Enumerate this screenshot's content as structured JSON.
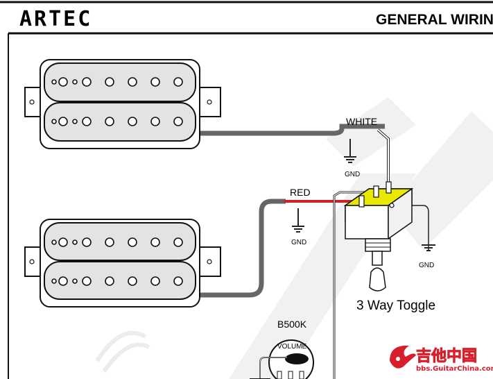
{
  "header": {
    "brand": "ARTEC",
    "title": "GENERAL WIRING BO"
  },
  "labels": {
    "white_wire": "WHITE",
    "red_wire": "RED",
    "gnd": "GND",
    "toggle": "3 Way Toggle",
    "pot_value": "B500K",
    "pot_name": "VOLUME"
  },
  "watermark": {
    "cn_text": "吉他中国",
    "url": "bbs.GuitarChina.com"
  },
  "colors": {
    "cable": "#666666",
    "red_wire": "#d0202a",
    "switch_yellow": "#e9e900",
    "watermark": "#d81e2a",
    "pickup_fill": "#e3e3e3"
  }
}
